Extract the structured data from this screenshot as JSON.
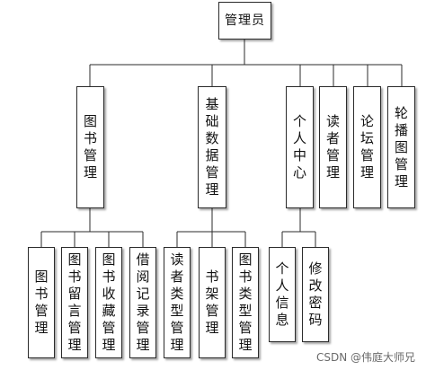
{
  "root": {
    "label": "管理员"
  },
  "level1": [
    {
      "label": "图书管理"
    },
    {
      "label": "基础数据管理"
    },
    {
      "label": "个人中心"
    },
    {
      "label": "读者管理"
    },
    {
      "label": "论坛管理"
    },
    {
      "label": "轮播图管理"
    }
  ],
  "level2": [
    {
      "label": "图书管理"
    },
    {
      "label": "图书留言管理"
    },
    {
      "label": "图书收藏管理"
    },
    {
      "label": "借阅记录管理"
    },
    {
      "label": "读者类型管理"
    },
    {
      "label": "书架管理"
    },
    {
      "label": "图书类型管理"
    },
    {
      "label": "个人信息"
    },
    {
      "label": "修改密码"
    }
  ],
  "watermark": "CSDN @伟庭大师兄",
  "colors": {
    "line": "#2b2b2b",
    "box_border": "#2b2b2b",
    "background": "#ffffff"
  }
}
